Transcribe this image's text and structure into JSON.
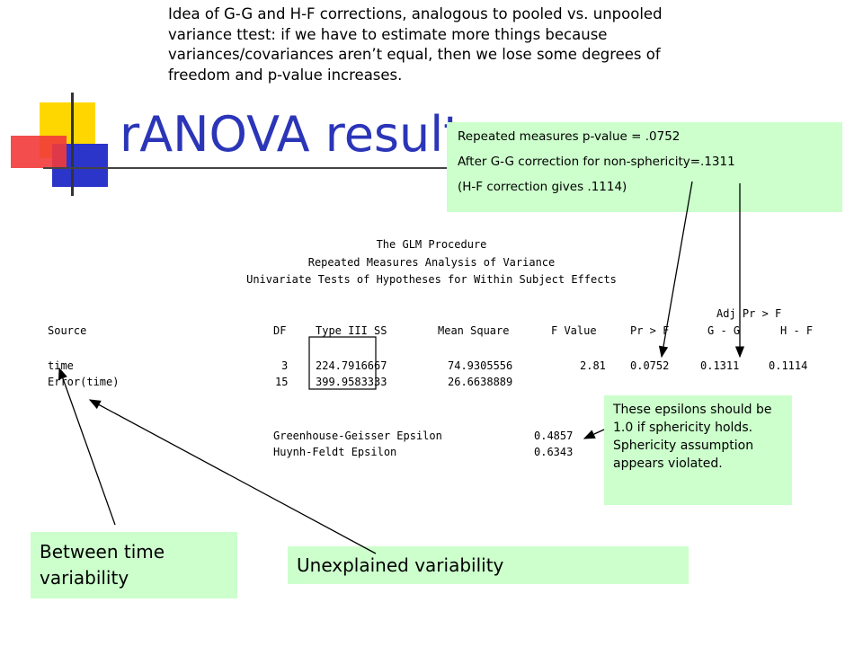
{
  "top_note": "Idea of G-G and H-F corrections, analogous to pooled vs. unpooled variance ttest: if we have to estimate more things because variances/covariances aren’t equal, then we lose some degrees of freedom and p-value increases.",
  "slide_title": "rANOVA results",
  "pvalue_box": {
    "line1": "Repeated measures p-value = .0752",
    "line2": "After G-G correction for non-sphericity=.1311",
    "line3": "(H-F correction gives .1114)"
  },
  "output": {
    "proc": "The GLM Procedure",
    "subtitle1": "Repeated Measures Analysis of Variance",
    "subtitle2": "Univariate Tests of Hypotheses for Within Subject Effects",
    "adj_header": "Adj Pr > F",
    "headers": {
      "source": "Source",
      "df": "DF",
      "ss": "Type III SS",
      "ms": "Mean Square",
      "f": "F Value",
      "p": "Pr > F",
      "gg": "G - G",
      "hf": "H - F"
    },
    "rows": [
      {
        "source": "time",
        "df": "3",
        "ss": "224.7916667",
        "ms": "74.9305556",
        "f": "2.81",
        "p": "0.0752",
        "gg": "0.1311",
        "hf": "0.1114"
      },
      {
        "source": "Error(time)",
        "df": "15",
        "ss": "399.9583333",
        "ms": "26.6638889",
        "f": "",
        "p": "",
        "gg": "",
        "hf": ""
      }
    ],
    "gg_epsilon_label": "Greenhouse-Geisser Epsilon",
    "gg_epsilon_value": "0.4857",
    "hf_epsilon_label": "Huynh-Feldt Epsilon",
    "hf_epsilon_value": "0.6343"
  },
  "epsilon_note": "These epsilons should be 1.0 if sphericity holds. Sphericity assumption appears violated.",
  "between_label": "Between time variability",
  "unexplained_label": "Unexplained variability"
}
